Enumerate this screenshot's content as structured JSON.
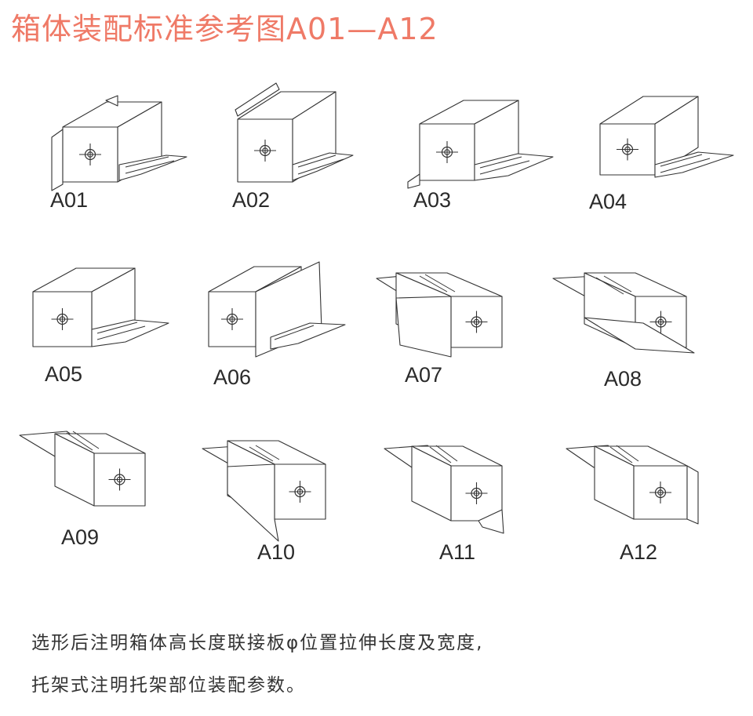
{
  "title": "箱体装配标准参考图A01—A12",
  "items": [
    {
      "code": "A01"
    },
    {
      "code": "A02"
    },
    {
      "code": "A03"
    },
    {
      "code": "A04"
    },
    {
      "code": "A05"
    },
    {
      "code": "A06"
    },
    {
      "code": "A07"
    },
    {
      "code": "A08"
    },
    {
      "code": "A09"
    },
    {
      "code": "A10"
    },
    {
      "code": "A11"
    },
    {
      "code": "A12"
    }
  ],
  "notes": [
    "选形后注明箱体高长度联接板φ位置拉伸长度及宽度,",
    "托架式注明托架部位装配参数。"
  ],
  "colors": {
    "title": "#ef7a67",
    "line": "#333333"
  }
}
